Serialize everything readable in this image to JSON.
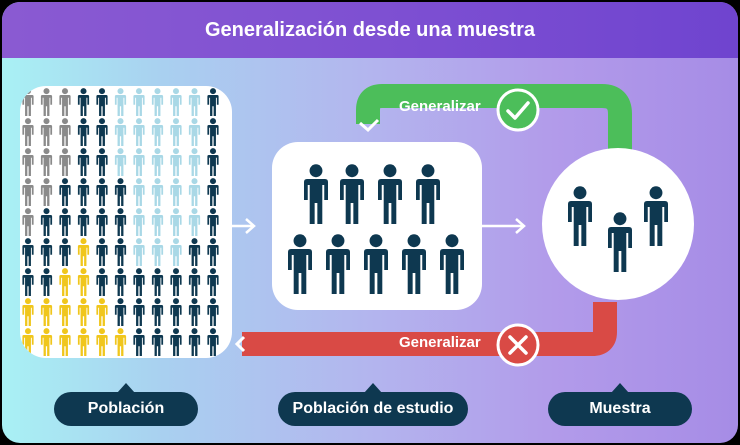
{
  "title": "Generalización desde una muestra",
  "arrows": {
    "top_label": "Generalizar",
    "bottom_label": "Generalizar",
    "top_color": "#4cbe5a",
    "bottom_color": "#d94a45"
  },
  "labels": {
    "population": "Población",
    "study_population": "Población de estudio",
    "sample": "Muestra"
  },
  "colors": {
    "navy": "#0e3850",
    "gray": "#8a8a8a",
    "light_blue": "#a9d8e6",
    "yellow": "#f0c61c"
  },
  "icons": {
    "check": "check-icon",
    "cross": "cross-icon",
    "person": "person-icon"
  }
}
